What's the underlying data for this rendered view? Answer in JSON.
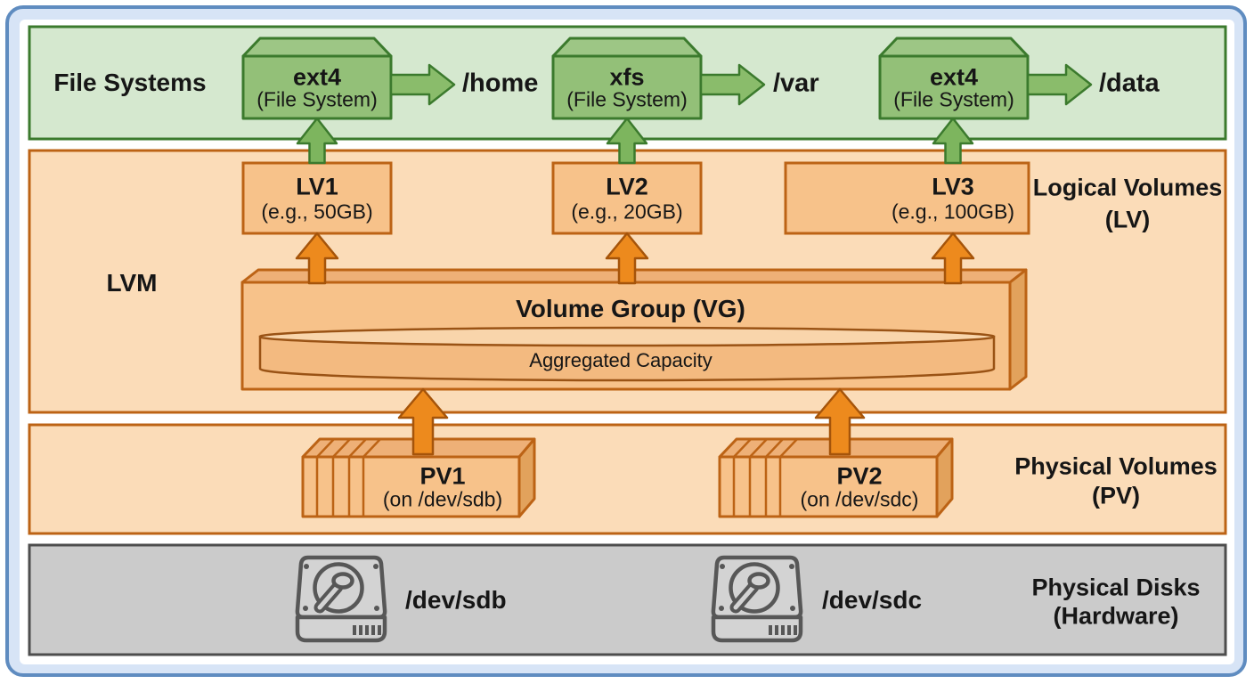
{
  "bands": {
    "file_systems": {
      "label": "File Systems",
      "items": [
        {
          "name": "ext4",
          "type": "(File System)",
          "mount": "/home"
        },
        {
          "name": "xfs",
          "type": "(File System)",
          "mount": "/var"
        },
        {
          "name": "ext4",
          "type": "(File System)",
          "mount": "/data"
        }
      ]
    },
    "lvm": {
      "label": "LVM",
      "logical_volumes": {
        "label_line1": "Logical Volumes",
        "label_line2": "(LV)",
        "items": [
          {
            "name": "LV1",
            "size": "(e.g., 50GB)"
          },
          {
            "name": "LV2",
            "size": "(e.g., 20GB)"
          },
          {
            "name": "LV3",
            "size": "(e.g., 100GB)"
          }
        ]
      },
      "volume_group": {
        "title": "Volume Group (VG)",
        "capacity_label": "Aggregated Capacity"
      }
    },
    "physical_volumes": {
      "label_line1": "Physical Volumes",
      "label_line2": "(PV)",
      "items": [
        {
          "name": "PV1",
          "device": "(on /dev/sdb)"
        },
        {
          "name": "PV2",
          "device": "(on /dev/sdc)"
        }
      ]
    },
    "physical_disks": {
      "label_line1": "Physical Disks",
      "label_line2": "(Hardware)",
      "items": [
        {
          "device": "/dev/sdb"
        },
        {
          "device": "/dev/sdc"
        }
      ]
    }
  },
  "colors": {
    "frame_border": "#5f8cc0",
    "frame_fill": "#d7e4f6",
    "green_band_fill": "#d5e8cf",
    "green_border": "#3b7a2d",
    "green_box_fill": "#93c078",
    "green_box_lid": "#9dc685",
    "green_arrow_fill": "#7db55e",
    "orange_band_fill": "#fbdcb8",
    "orange_border": "#bc6315",
    "orange_box_fill": "#f7c28a",
    "orange_box_lid": "#eeb077",
    "orange_box_side": "#e2a25c",
    "orange_arrow_fill": "#ed8a1d",
    "orange_arrow_border": "#a5540a",
    "cylinder_stroke": "#9a5315",
    "cylinder_body": "#f3ba80",
    "cylinder_top": "#f9d5ab",
    "gray_band_fill": "#cbcbcb",
    "gray_border": "#4d4d4d",
    "disk_icon_stroke": "#575757",
    "text": "#161616"
  }
}
